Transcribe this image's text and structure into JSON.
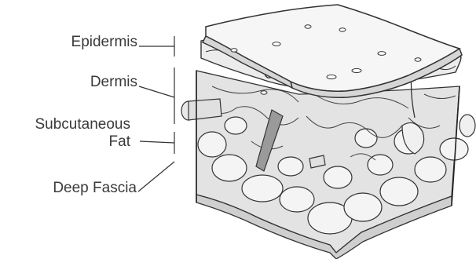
{
  "labels": {
    "epidermis": "Epidermis",
    "dermis": "Dermis",
    "subcutaneous_line1": "Subcutaneous",
    "subcutaneous_line2": "Fat",
    "deep_fascia": "Deep Fascia"
  },
  "colors": {
    "outline": "#333333",
    "skin_surface": "#f2f2f2",
    "dermis_fill": "#e6e6e6",
    "fat_fill": "#dcdcdc",
    "fascia_fill": "#cfcfcf",
    "vessel_fill": "#9a9a9a",
    "label_text": "#3a3a3a"
  }
}
